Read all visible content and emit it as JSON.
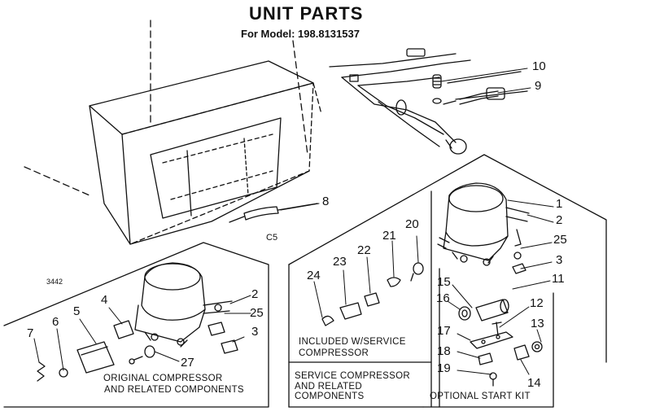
{
  "title": "UNIT PARTS",
  "model_line": "For Model: 198.8131537",
  "page_code": "C5",
  "diagram_code": "3442",
  "captions": {
    "original_line1": "ORIGINAL COMPRESSOR",
    "original_line2": "AND RELATED COMPONENTS",
    "included_line1": "INCLUDED W/SERVICE",
    "included_line2": "COMPRESSOR",
    "service_line1": "SERVICE COMPRESSOR",
    "service_line2": "AND RELATED",
    "service_line3": "COMPONENTS",
    "start_kit": "OPTIONAL START KIT"
  },
  "callouts": {
    "c10": "10",
    "c9": "9",
    "c8": "8",
    "s1": "1",
    "s2": "2",
    "s25": "25",
    "s3": "3",
    "s11": "11",
    "c20": "20",
    "c21": "21",
    "c22": "22",
    "c23": "23",
    "c24": "24",
    "c15": "15",
    "c16": "16",
    "c12": "12",
    "c17": "17",
    "c13": "13",
    "c18": "18",
    "c19": "19",
    "c14": "14",
    "o2": "2",
    "o25": "25",
    "o3": "3",
    "o4": "4",
    "o5": "5",
    "o6": "6",
    "o7": "7",
    "o27": "27"
  },
  "colors": {
    "ink": "#111111",
    "paper": "#ffffff"
  }
}
